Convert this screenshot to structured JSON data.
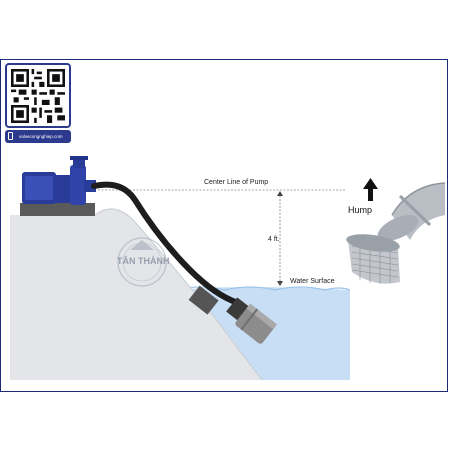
{
  "labels": {
    "center_line": "Center Line of Pump",
    "height": "4 ft.",
    "water_surface": "Water Surface",
    "hump": "Hump"
  },
  "branding": {
    "website": "valvecongnghiep.com",
    "watermark": "TÂN THÀNH"
  },
  "colors": {
    "pump_blue": "#2a3c9a",
    "water": "#c7def5",
    "ground": "#e3e5e8",
    "hose": "#1d1d1d",
    "frame": "#1d2b78"
  },
  "icons": {
    "phone": "phone-icon",
    "arrow": "up-arrow-icon",
    "qr": "qr-code-icon"
  }
}
